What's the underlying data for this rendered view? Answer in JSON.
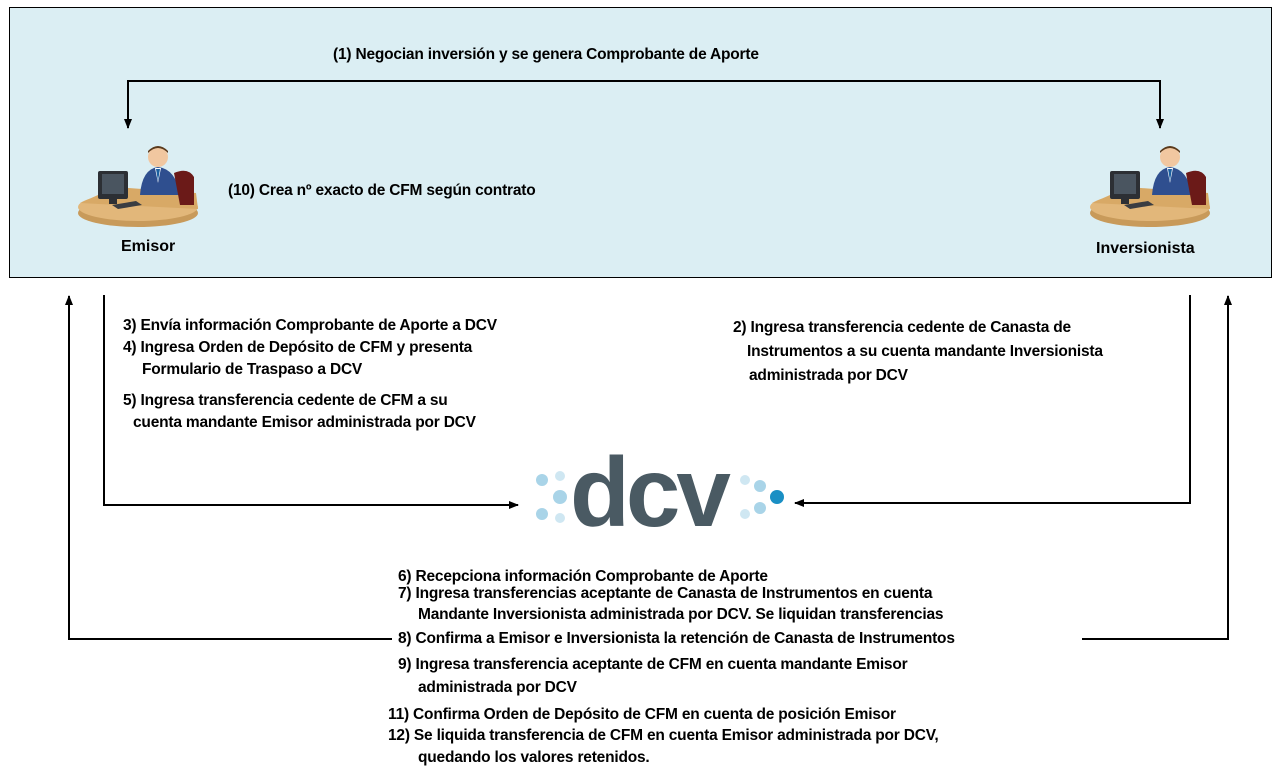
{
  "top": {
    "negotiation": "(1) Negocian inversión y se genera Comprobante de Aporte",
    "creation": "(10) Crea nº exacto de CFM según contrato"
  },
  "actors": {
    "issuer": "Emisor",
    "investor": "Inversionista"
  },
  "issuer_steps": [
    "3) Envía información Comprobante de Aporte a DCV",
    "4) Ingresa Orden de Depósito de CFM y presenta",
    "Formulario de Traspaso a DCV",
    "5) Ingresa transferencia cedente de CFM a su",
    "cuenta mandante Emisor administrada por DCV"
  ],
  "investor_steps": [
    "2) Ingresa transferencia cedente de Canasta de",
    "Instrumentos a su cuenta mandante Inversionista",
    "administrada por DCV"
  ],
  "logo": {
    "text": "dcv",
    "accent_color": "#1a8fc4",
    "dot_color": "#a9d4e8",
    "text_color": "#4a5a63"
  },
  "dcv_steps": [
    "6) Recepciona información Comprobante de Aporte",
    "7) Ingresa transferencias aceptante de Canasta de Instrumentos  en cuenta",
    "Mandante Inversionista administrada por DCV. Se liquidan transferencias",
    "8) Confirma a Emisor e Inversionista la retención de Canasta de Instrumentos",
    "9) Ingresa transferencia aceptante de CFM en cuenta mandante Emisor",
    "administrada por DCV",
    "11) Confirma Orden de Depósito de CFM en cuenta de posición Emisor",
    "12) Se liquida transferencia de CFM en cuenta Emisor administrada por DCV,",
    "quedando los valores retenidos."
  ],
  "colors": {
    "box_fill": "#dbeef3",
    "line": "#000000"
  }
}
